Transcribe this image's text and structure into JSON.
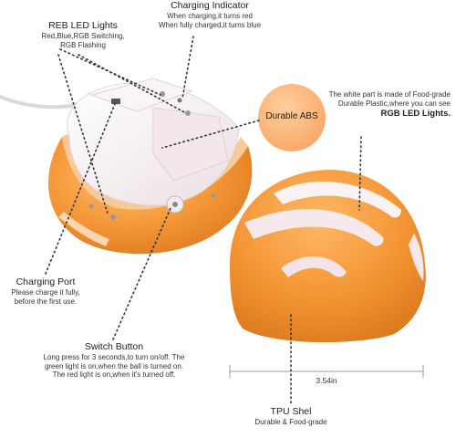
{
  "colors": {
    "orange": "#f59a3a",
    "orange_dark": "#e8842a",
    "orange_light": "#ffc07a",
    "white_part": "#f7eef1",
    "badge": "#fbb277",
    "dots": "#3a3a3a"
  },
  "labels": {
    "reb_title": "REB LED Lights",
    "reb_line1": "Red,Blue,RGB Switching,",
    "reb_line2": "RGB Flashing",
    "charging_ind_title": "Charging Indicator",
    "charging_ind_line1": "When charging,it turns red",
    "charging_ind_line2": "When fully charged,it turns blue",
    "durable_abs": "Durable ABS",
    "white_line1": "The white part is made of Food-grade",
    "white_line2": "Durable Plastic,where you can see",
    "white_line3": "RGB LED Lights.",
    "charging_port_title": "Charging Port",
    "charging_port_line1": "Please charge it fully,",
    "charging_port_line2": "before the first use.",
    "switch_title": "Switch Button",
    "switch_line1": "Long press for 3 seconds,to turn on/off. The",
    "switch_line2": "green light is on,when the ball is turned on.",
    "switch_line3": "The red light is on,when it's turned off.",
    "dimension": "3.54in",
    "tpu_title": "TPU Shel",
    "tpu_line1": "Durable & Food-grade"
  }
}
